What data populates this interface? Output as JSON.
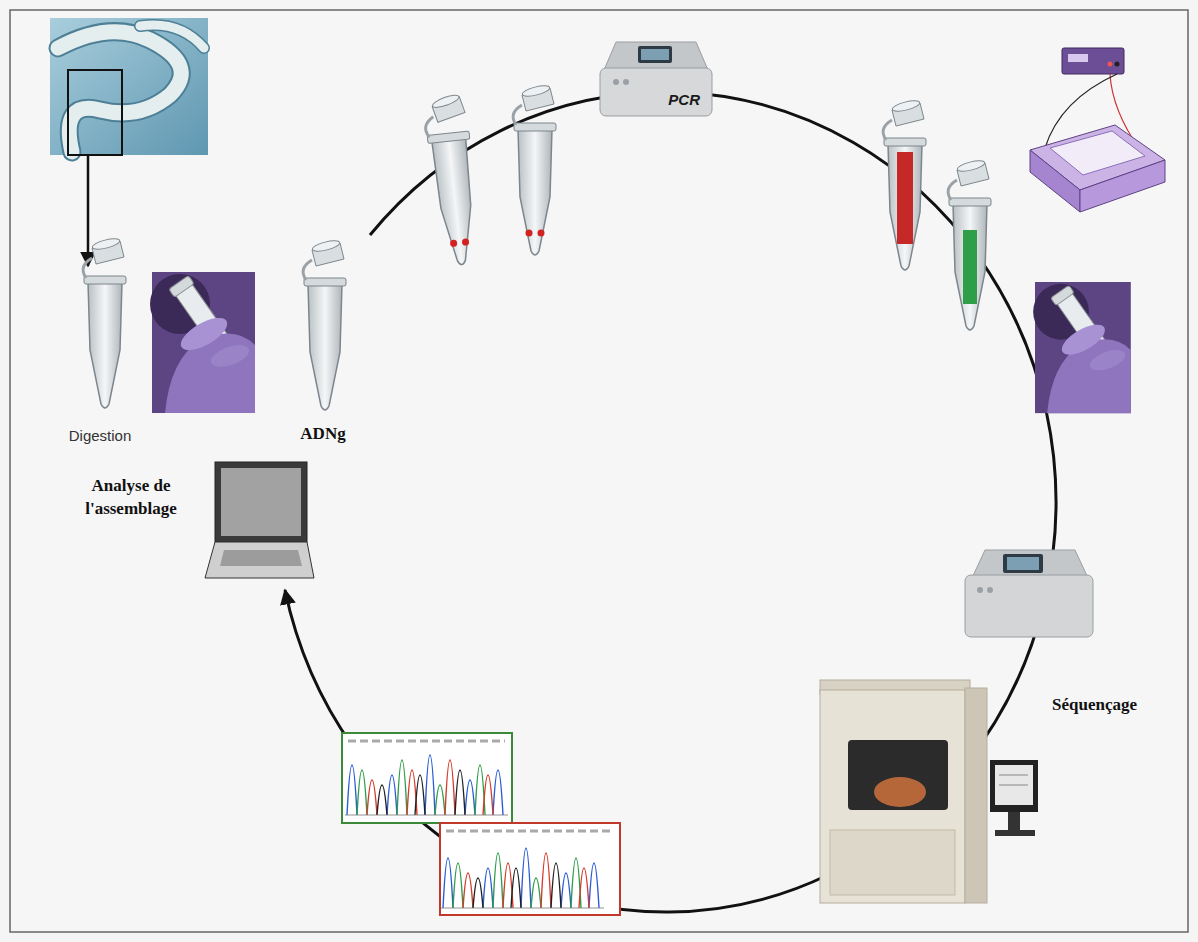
{
  "diagram": {
    "nodes": [
      {
        "text": [
          "Digestion"
        ]
      },
      {
        "text": [
          "ADNg"
        ]
      },
      {
        "text": [
          "PCR"
        ]
      },
      {
        "text": [
          "Séquençage"
        ]
      },
      {
        "text": [
          "Analyse de l'assemblage"
        ]
      }
    ],
    "edges": [
      {
        "from": 0,
        "to": 1,
        "arrow": "to"
      }
    ]
  }
}
